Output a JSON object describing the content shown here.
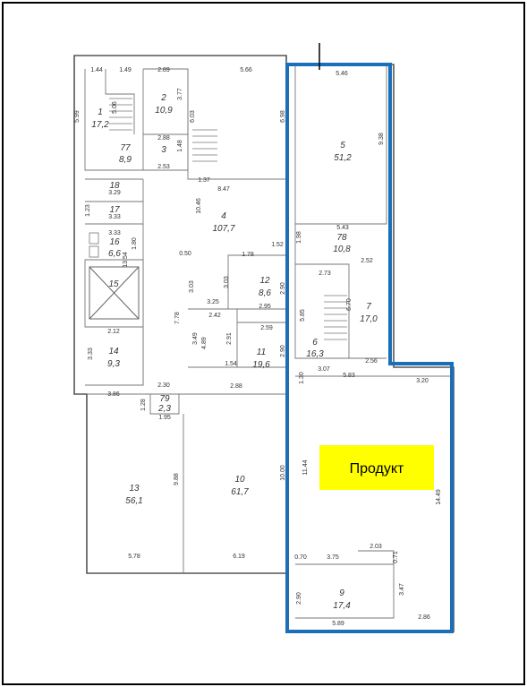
{
  "plan": {
    "product_label": "Продукт",
    "colors": {
      "highlight_border": "#1a6fb8",
      "product_box": "#ffff00",
      "outer_frame": "#000000"
    }
  },
  "rooms": [
    {
      "id": "r1",
      "number": "1",
      "area": "17,2"
    },
    {
      "id": "r2",
      "number": "2",
      "area": "10,9"
    },
    {
      "id": "r3",
      "number": "3",
      "area": ""
    },
    {
      "id": "r77",
      "number": "77",
      "area": "8,9"
    },
    {
      "id": "r4",
      "number": "4",
      "area": "107,7"
    },
    {
      "id": "r5",
      "number": "5",
      "area": "51,2"
    },
    {
      "id": "r78",
      "number": "78",
      "area": "10,8"
    },
    {
      "id": "r7",
      "number": "7",
      "area": "17,0"
    },
    {
      "id": "r6",
      "number": "6",
      "area": "16,3"
    },
    {
      "id": "r12",
      "number": "12",
      "area": "8,6"
    },
    {
      "id": "r11",
      "number": "11",
      "area": "19,6"
    },
    {
      "id": "r18",
      "number": "18",
      "area": ""
    },
    {
      "id": "r17",
      "number": "17",
      "area": ""
    },
    {
      "id": "r16",
      "number": "16",
      "area": "6,6"
    },
    {
      "id": "r15",
      "number": "15",
      "area": ""
    },
    {
      "id": "r14",
      "number": "14",
      "area": "9,3"
    },
    {
      "id": "r79",
      "number": "79",
      "area": "2,3"
    },
    {
      "id": "r13",
      "number": "13",
      "area": "56,1"
    },
    {
      "id": "r10",
      "number": "10",
      "area": "61,7"
    },
    {
      "id": "r9",
      "number": "9",
      "area": "17,4"
    }
  ],
  "dimensions": [
    "1.44",
    "1.49",
    "2.89",
    "5.66",
    "5.46",
    "5.06",
    "3.77",
    "6.03",
    "6.98",
    "9.38",
    "5.99",
    "2.88",
    "1.48",
    "2.53",
    "1.37",
    "8.47",
    "3.29",
    "1.23",
    "3.33",
    "3.33",
    "1.80",
    "13.54",
    "10.46",
    "5.43",
    "1.98",
    "1.78",
    "1.52",
    "2.73",
    "2.52",
    "0.50",
    "3.03",
    "3.03",
    "2.90",
    "5.85",
    "6.70",
    "3.25",
    "2.95",
    "2.42",
    "7.78",
    "2.12",
    "3.49",
    "4.89",
    "2.91",
    "2.59",
    "2.90",
    "3.07",
    "2.56",
    "1.54",
    "1.30",
    "5.83",
    "3.20",
    "3.33",
    "2.30",
    "2.88",
    "3.86",
    "1.28",
    "1.95",
    "9.88",
    "10.00",
    "11.44",
    "14.49",
    "5.78",
    "6.19",
    "0.70",
    "3.75",
    "2.03",
    "0.71",
    "3.47",
    "2.90",
    "5.89",
    "2.86"
  ]
}
